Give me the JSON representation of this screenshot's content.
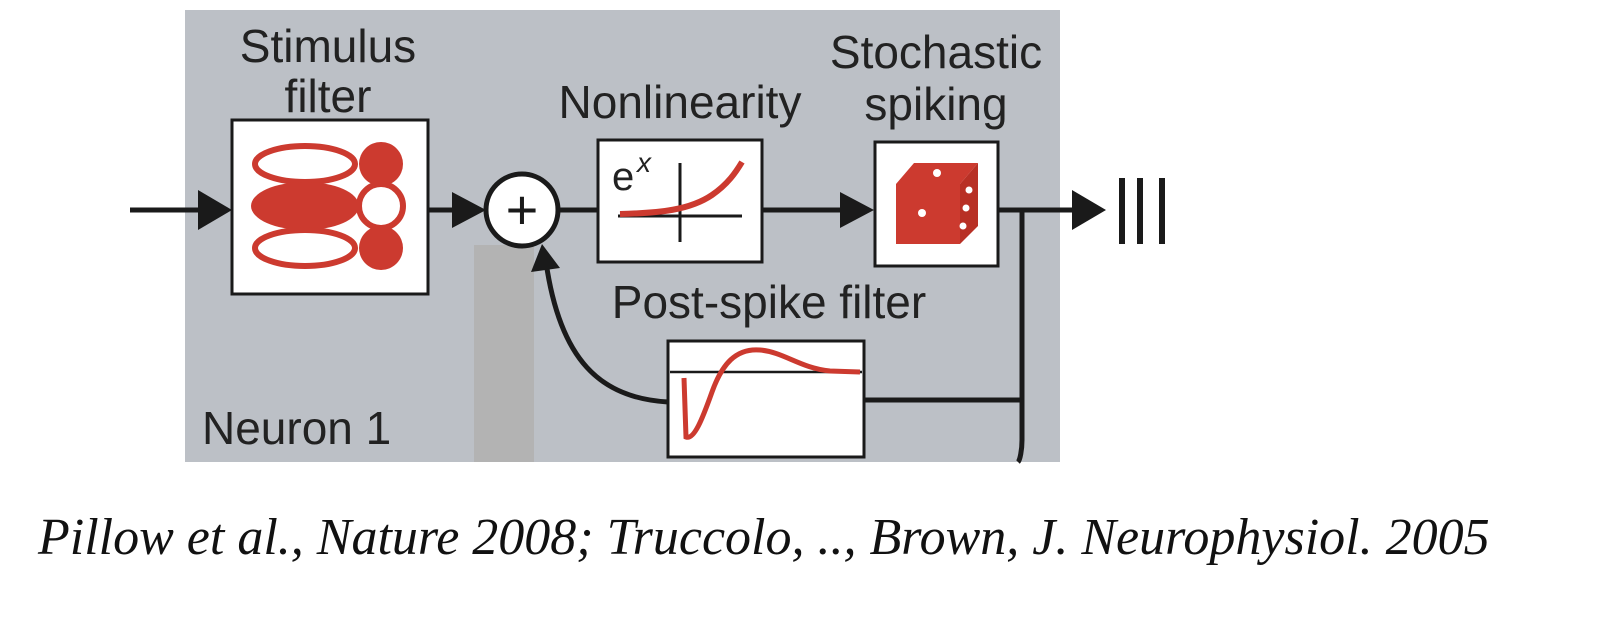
{
  "diagram": {
    "labels": {
      "stimulus_line1": "Stimulus",
      "stimulus_line2": "filter",
      "nonlinearity": "Nonlinearity",
      "stochastic_line1": "Stochastic",
      "stochastic_line2": "spiking",
      "post_spike": "Post-spike filter",
      "neuron": "Neuron 1",
      "exp_base": "e",
      "exp_power": "x",
      "sum_symbol": "+"
    },
    "colors": {
      "panel": "#bcc0c6",
      "accent": "#cc3a2f",
      "line": "#1a1a1a",
      "box": "#ffffff",
      "strip": "#b3b3b3"
    },
    "icons": [
      "stimulus-filter-icon",
      "exponential-curve-icon",
      "dice-icon",
      "post-spike-curve-icon",
      "spike-train-icon"
    ]
  },
  "caption": "Pillow et al., Nature 2008; Truccolo, .., Brown, J. Neurophysiol. 2005"
}
